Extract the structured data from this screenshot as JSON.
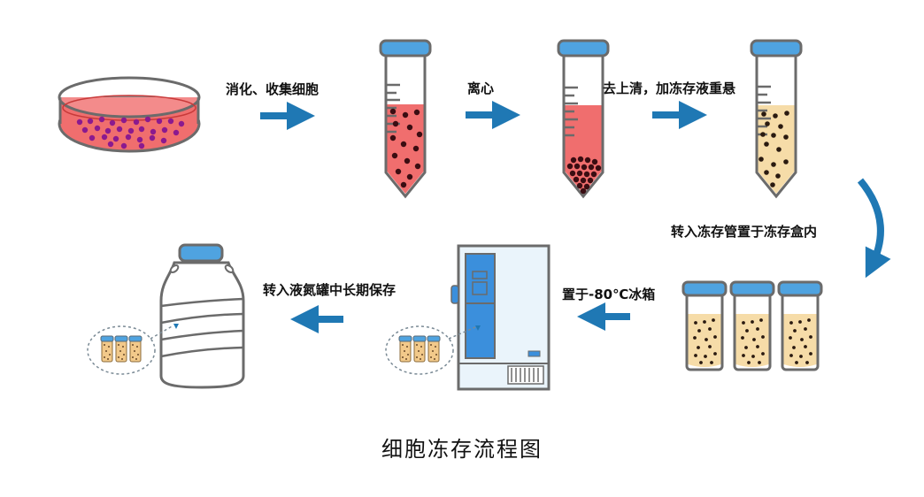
{
  "title": "细胞冻存流程图",
  "colors": {
    "arrow": "#1f78b4",
    "cap": "#4fa3e0",
    "outline": "#6b6b6b",
    "medium_red": "#f06e6e",
    "cell_dark": "#3a0d12",
    "cell_purple": "#8b1a8f",
    "freeze_medium": "#f6dca8",
    "freezer_blue": "#3b8fdc",
    "freezer_body": "#eaf4fb"
  },
  "steps": [
    {
      "id": "culture-dish",
      "label": "消化、收集细胞",
      "arrow": "right"
    },
    {
      "id": "tube-cells",
      "label": "离心",
      "arrow": "right"
    },
    {
      "id": "tube-pellet",
      "label": "去上清，加冻存液重悬",
      "arrow": "right"
    },
    {
      "id": "tube-resuspended",
      "label": "转入冻存管置于冻存盒内",
      "arrow": "curved-down"
    },
    {
      "id": "cryovials",
      "label": "置于-80℃冰箱",
      "arrow": "left"
    },
    {
      "id": "freezer",
      "label": "转入液氮罐中长期保存",
      "arrow": "left"
    },
    {
      "id": "liquid-nitrogen-tank",
      "label": "",
      "arrow": ""
    }
  ]
}
